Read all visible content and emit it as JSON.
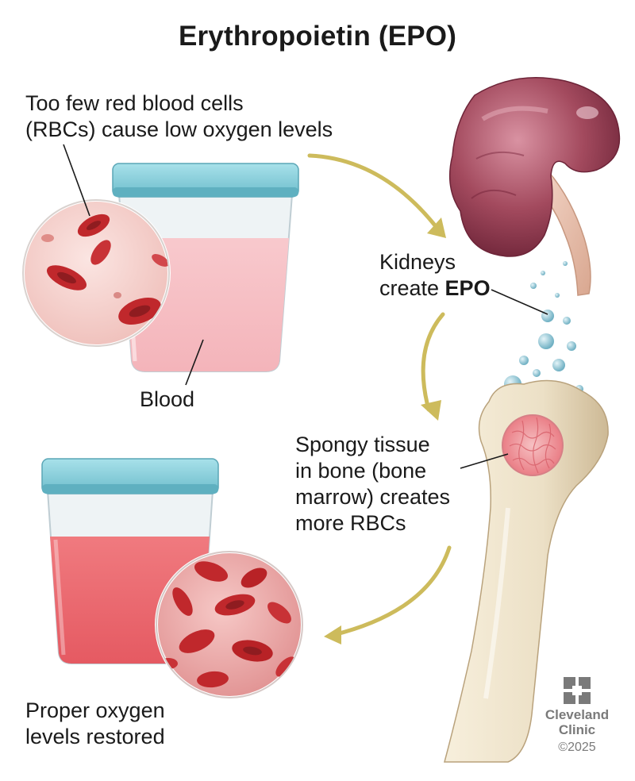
{
  "title": "Erythropoietin (EPO)",
  "labels": {
    "low_rbc_line1": "Too few red blood cells",
    "low_rbc_line2": "(RBCs) cause low oxygen levels",
    "blood": "Blood",
    "kidneys_line1": "Kidneys",
    "kidneys_line2_prefix": "create ",
    "kidneys_line2_bold": "EPO",
    "spongy_line1": "Spongy tissue",
    "spongy_line2": "in bone (bone",
    "spongy_line3": "marrow) creates",
    "spongy_line4": "more RBCs",
    "restored_line1": "Proper oxygen",
    "restored_line2": "levels restored"
  },
  "logo": {
    "name_line1": "Cleveland",
    "name_line2": "Clinic",
    "copyright": "©2025"
  },
  "colors": {
    "arrow": "#cdbb5c",
    "lid": "#8fd3de",
    "pale_blood": "#f6c3c8",
    "rich_blood": "#ec6c72",
    "rbc": "#c0282c",
    "kidney": "#a34a5e",
    "bone": "#ece0c6",
    "marrow": "#ee9aa0",
    "epo_bubble": "#8fc4d4"
  }
}
